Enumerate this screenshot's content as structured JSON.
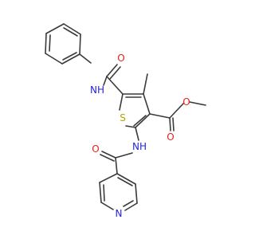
{
  "diagram": {
    "type": "chemical-structure",
    "atoms": {
      "amide_o_top": "O",
      "amide_nh_top": "NH",
      "thiophene_s": "S",
      "ester_o_carbonyl": "O",
      "ester_o_methoxy": "O",
      "amide_nh_bottom": "NH",
      "amide_o_bottom": "O",
      "pyridine_n": "N"
    },
    "colors": {
      "bond": "#3a3a3a",
      "oxygen": "#e8201c",
      "nitrogen": "#2323e0",
      "sulfur": "#b6a400"
    }
  }
}
